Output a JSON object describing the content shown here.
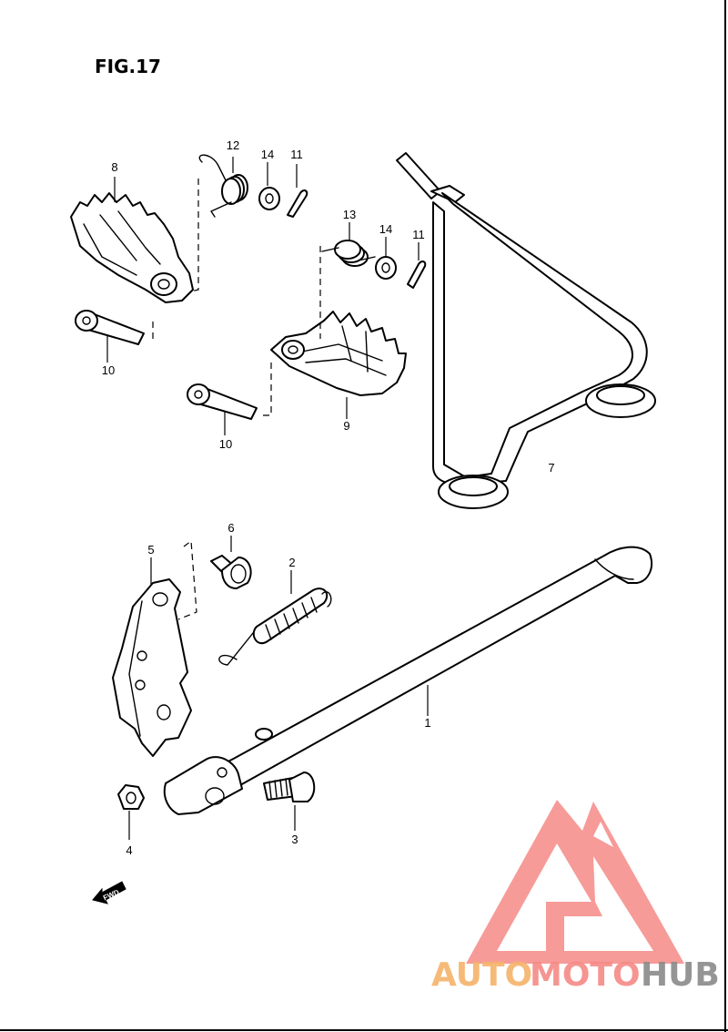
{
  "figure": {
    "title": "FIG.17"
  },
  "callouts": {
    "p1": "1",
    "p2": "2",
    "p3": "3",
    "p4": "4",
    "p5": "5",
    "p6": "6",
    "p7": "7",
    "p8": "8",
    "p9": "9",
    "p10a": "10",
    "p10b": "10",
    "p11a": "11",
    "p11b": "11",
    "p12": "12",
    "p13": "13",
    "p14a": "14",
    "p14b": "14"
  },
  "direction_arrow": {
    "label": "FWD",
    "icon": "fwd-arrow-icon"
  },
  "watermark": {
    "word_1": "AUTO",
    "word_2": "MOTO",
    "word_3": "HUB",
    "colors": {
      "logo": "#f58a87",
      "auto": "#f6b36a",
      "moto": "#f58a87",
      "hub": "#8a8a8a"
    }
  }
}
